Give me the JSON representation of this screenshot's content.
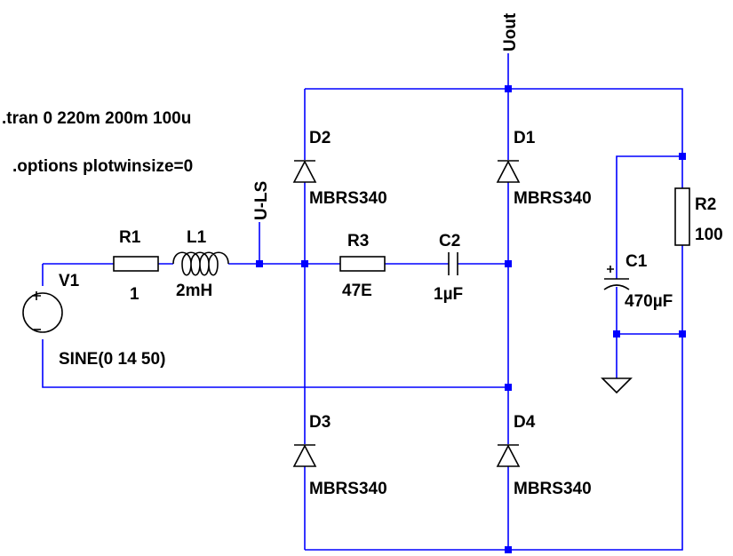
{
  "directives": {
    "tran": ".tran 0 220m 200m 100u",
    "options": ".options plotwinsize=0"
  },
  "nets": {
    "uout": "Uout",
    "uls": "U-LS"
  },
  "components": {
    "v1": {
      "name": "V1",
      "value": "SINE(0 14 50)"
    },
    "r1": {
      "name": "R1",
      "value": "1"
    },
    "l1": {
      "name": "L1",
      "value": "2mH"
    },
    "r3": {
      "name": "R3",
      "value": "47E"
    },
    "c2": {
      "name": "C2",
      "value": "1µF"
    },
    "d1": {
      "name": "D1",
      "value": "MBRS340"
    },
    "d2": {
      "name": "D2",
      "value": "MBRS340"
    },
    "d3": {
      "name": "D3",
      "value": "MBRS340"
    },
    "d4": {
      "name": "D4",
      "value": "MBRS340"
    },
    "c1": {
      "name": "C1",
      "value": "470µF"
    },
    "r2": {
      "name": "R2",
      "value": "100"
    }
  },
  "colors": {
    "wire": "#0000ff",
    "component": "#000000",
    "background": "#ffffff"
  }
}
